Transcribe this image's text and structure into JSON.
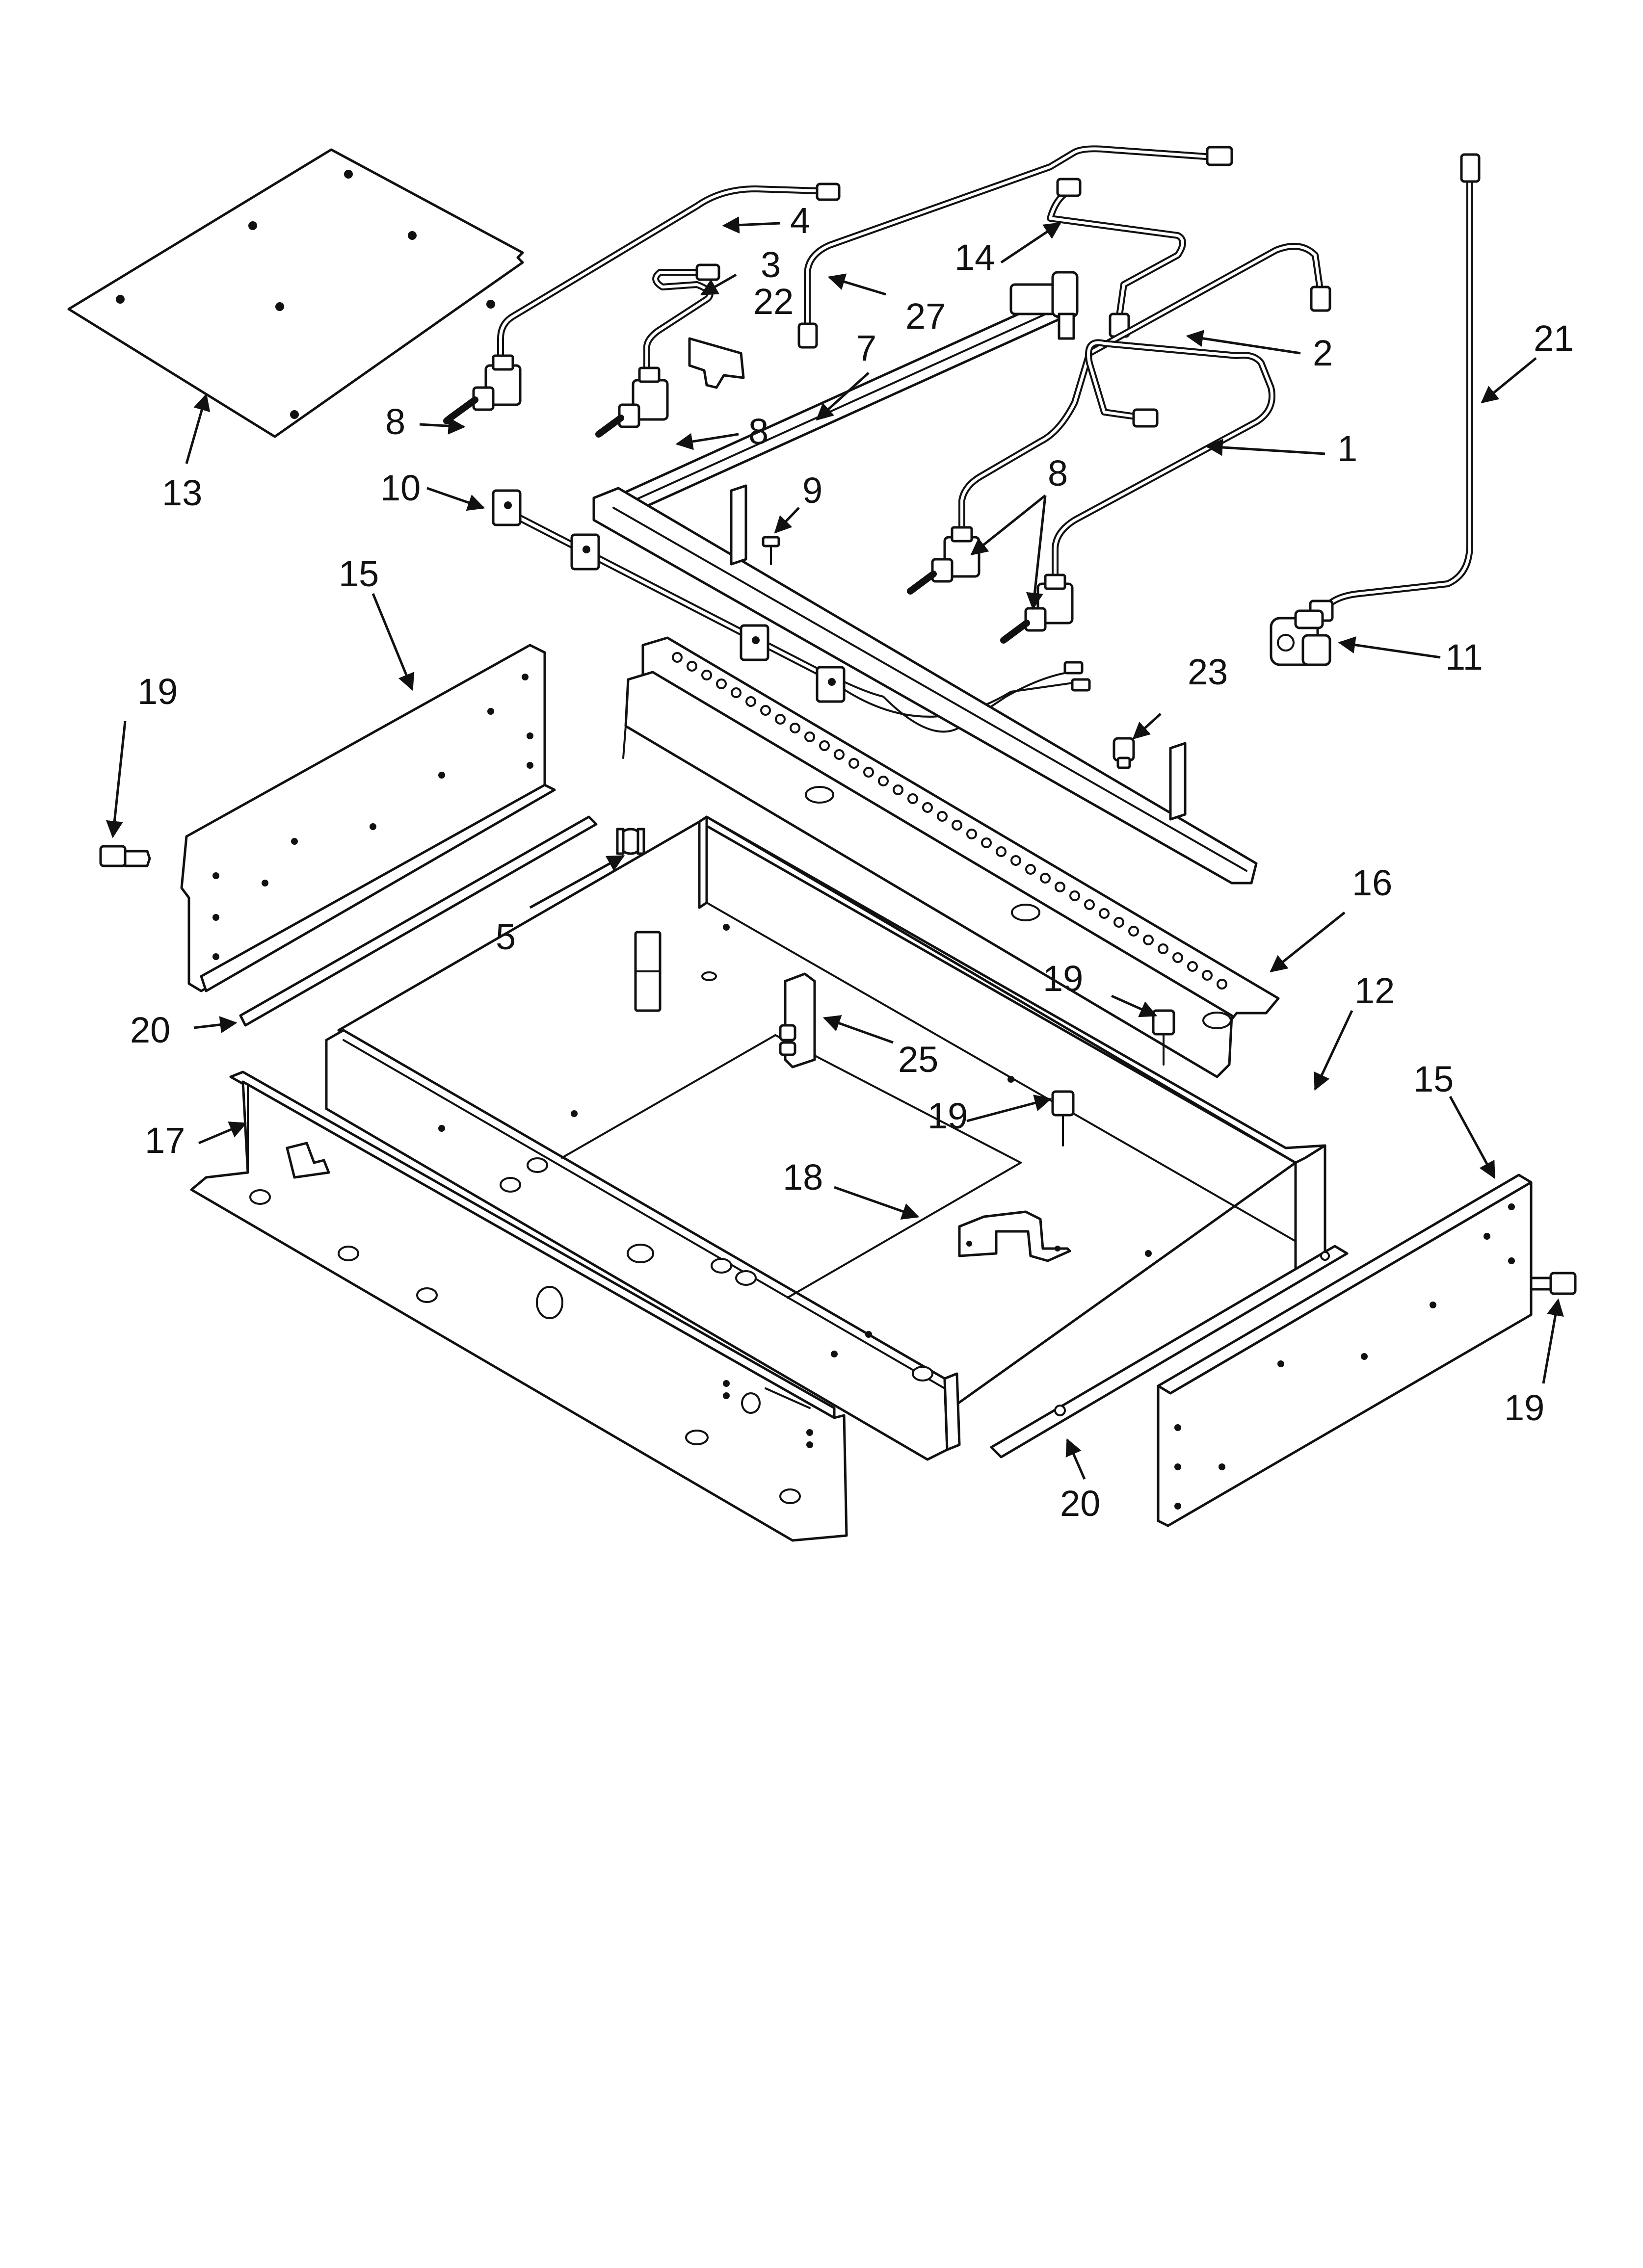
{
  "callouts": [
    {
      "id": "c1",
      "text": "1"
    },
    {
      "id": "c2",
      "text": "2"
    },
    {
      "id": "c3",
      "text": "3"
    },
    {
      "id": "c4",
      "text": "4"
    },
    {
      "id": "c5",
      "text": "5"
    },
    {
      "id": "c7",
      "text": "7"
    },
    {
      "id": "c8a",
      "text": "8"
    },
    {
      "id": "c8b",
      "text": "8"
    },
    {
      "id": "c8c",
      "text": "8"
    },
    {
      "id": "c9",
      "text": "9"
    },
    {
      "id": "c10",
      "text": "10"
    },
    {
      "id": "c11",
      "text": "11"
    },
    {
      "id": "c12",
      "text": "12"
    },
    {
      "id": "c13",
      "text": "13"
    },
    {
      "id": "c14",
      "text": "14"
    },
    {
      "id": "c15a",
      "text": "15"
    },
    {
      "id": "c15b",
      "text": "15"
    },
    {
      "id": "c16",
      "text": "16"
    },
    {
      "id": "c17",
      "text": "17"
    },
    {
      "id": "c18",
      "text": "18"
    },
    {
      "id": "c19a",
      "text": "19"
    },
    {
      "id": "c19b",
      "text": "19"
    },
    {
      "id": "c19c",
      "text": "19"
    },
    {
      "id": "c19d",
      "text": "19"
    },
    {
      "id": "c20a",
      "text": "20"
    },
    {
      "id": "c20b",
      "text": "20"
    },
    {
      "id": "c21",
      "text": "21"
    },
    {
      "id": "c22",
      "text": "22"
    },
    {
      "id": "c23",
      "text": "23"
    },
    {
      "id": "c25",
      "text": "25"
    },
    {
      "id": "c27",
      "text": "27"
    }
  ]
}
